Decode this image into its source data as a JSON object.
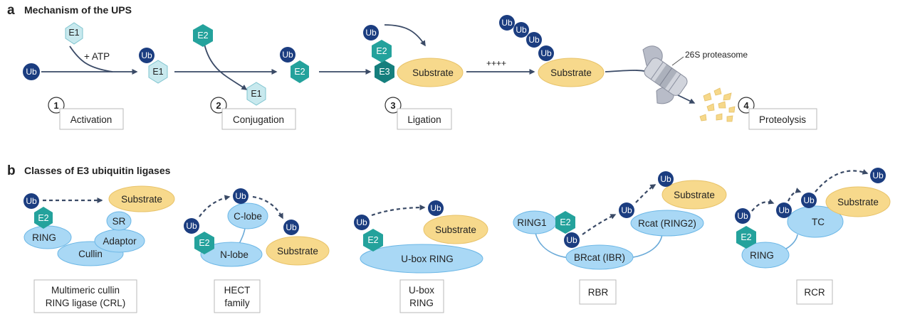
{
  "panel_a": {
    "letter": "a",
    "title": "Mechanism of the UPS",
    "ub": "Ub",
    "e1": "E1",
    "e2": "E2",
    "e3": "E3",
    "atp": "+ ATP",
    "substrate": "Substrate",
    "plus": "++++",
    "proteasome": "26S proteasome",
    "steps": [
      {
        "num": "1",
        "label": "Activation"
      },
      {
        "num": "2",
        "label": "Conjugation"
      },
      {
        "num": "3",
        "label": "Ligation"
      },
      {
        "num": "4",
        "label": "Proteolysis"
      }
    ]
  },
  "panel_b": {
    "letter": "b",
    "title": "Classes of E3 ubiquitin ligases",
    "ub": "Ub",
    "e2": "E2",
    "substrate": "Substrate",
    "crl": {
      "ring": "RING",
      "sr": "SR",
      "adaptor": "Adaptor",
      "cullin": "Cullin",
      "caption_1": "Multimeric cullin",
      "caption_2": "RING ligase (CRL)"
    },
    "hect": {
      "clobe": "C-lobe",
      "nlobe": "N-lobe",
      "caption_1": "HECT",
      "caption_2": "family"
    },
    "ubox": {
      "ring": "U-box RING",
      "caption_1": "U-box",
      "caption_2": "RING"
    },
    "rbr": {
      "ring1": "RING1",
      "rcat": "Rcat (RING2)",
      "brcat": "BRcat (IBR)",
      "caption": "RBR"
    },
    "rcr": {
      "tc": "TC",
      "ring": "RING",
      "caption": "RCR"
    }
  },
  "colors": {
    "ub": "#1b3d80",
    "e1": "#c8e9ee",
    "e2": "#24a29c",
    "e3": "#157f7d",
    "substrate": "#f7d98c",
    "ligase": "#a9d8f5",
    "arrow": "#3a4a66"
  }
}
